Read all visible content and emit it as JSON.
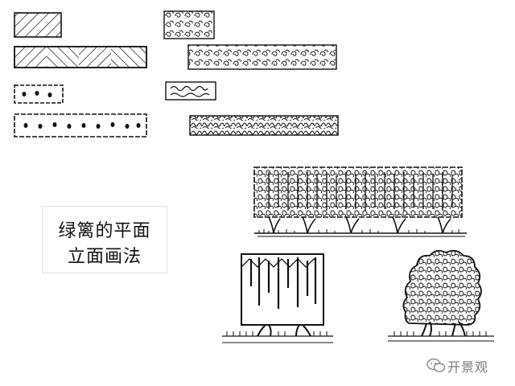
{
  "caption": {
    "line1": "绿篱的平面",
    "line2": "立面画法"
  },
  "watermark": {
    "text": "开景观",
    "icon": "wechat-icon"
  }
}
